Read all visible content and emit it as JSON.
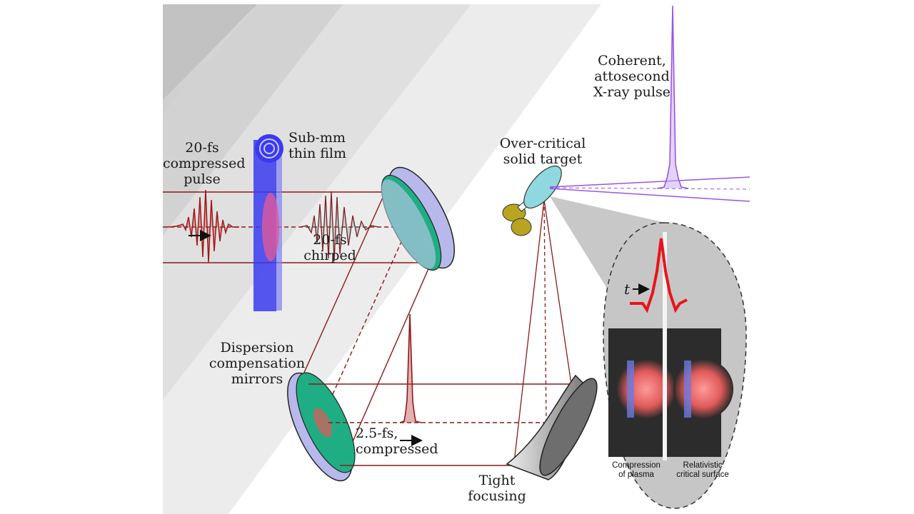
{
  "labels": {
    "compressed_pulse": "20-fs\ncompressed\npulse",
    "thin_film": "Sub-mm\nthin film",
    "chirped": "20-fs\nchirped",
    "target": "Over-critical\nsolid target",
    "xray": "Coherent,\nattosecond\nX-ray pulse",
    "dispersion": "Dispersion\ncompensation\nmirrors",
    "compressed_25": "2.5-fs, compressed",
    "tight": "Tight\nfocusing",
    "plasma": "Compression\nof plasma",
    "relativistic": "Relativistic\ncritical surface",
    "time_axis": "t"
  },
  "colors": {
    "beam": "#8b1a1a",
    "film": "#3a3af0",
    "xray": "#9a55e0",
    "mirror_coat": "#1fae84",
    "mirror_body": "#b8b8ec"
  },
  "icons": [
    "arrow-right-icon"
  ]
}
